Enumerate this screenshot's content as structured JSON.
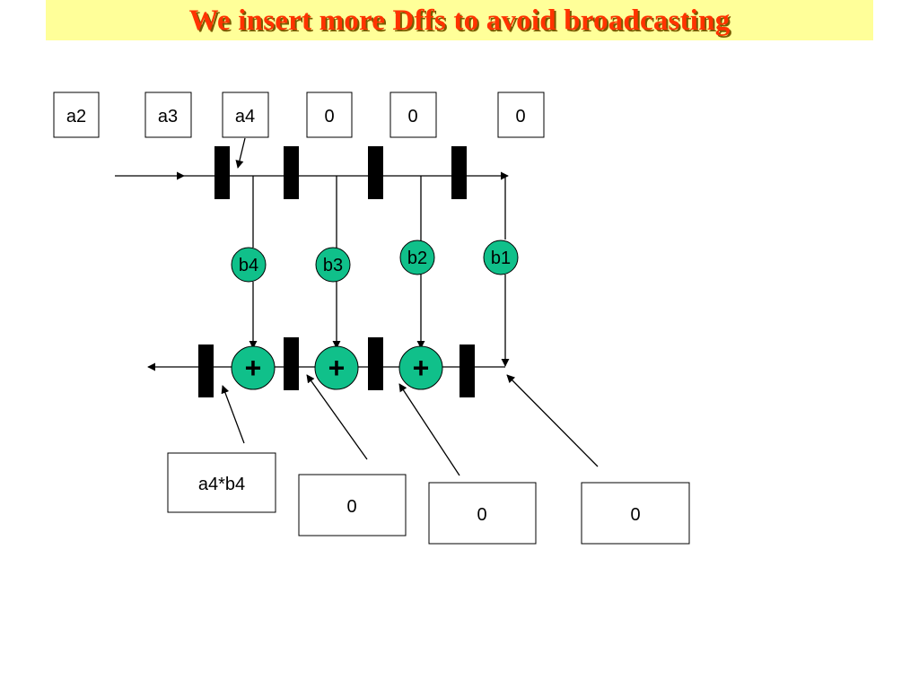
{
  "title": "We insert more Dffs to avoid broadcasting",
  "input_boxes": [
    "a2",
    "a3",
    "a4",
    "0",
    "0",
    "0"
  ],
  "coefficients": [
    "b4",
    "b3",
    "b2",
    "b1"
  ],
  "adders": [
    "+",
    "+",
    "+"
  ],
  "output_boxes": [
    "a4*b4",
    "0",
    "0",
    "0"
  ],
  "colors": {
    "title_text": "#ff3300",
    "title_background": "#ffff99",
    "node_fill": "#10c08a",
    "register_fill": "#000000",
    "line": "#000000"
  }
}
